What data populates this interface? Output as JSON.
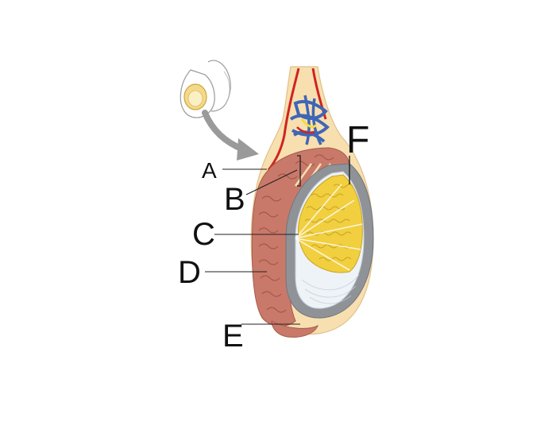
{
  "diagram": {
    "labels": {
      "a": "A",
      "b": "B",
      "c": "C",
      "d": "D",
      "e": "E",
      "f": "F"
    },
    "icons": {
      "orientation": "body-orientation-icon",
      "arrow": "curved-arrow-icon"
    },
    "colors": {
      "tissue": "#f7dfb0",
      "epididymis": "#c9796a",
      "tubules": "#f1cf3f",
      "tunica": "#8f9398",
      "artery": "#d0231f",
      "vein": "#3f66b6",
      "duct": "#f2dc3f"
    }
  }
}
